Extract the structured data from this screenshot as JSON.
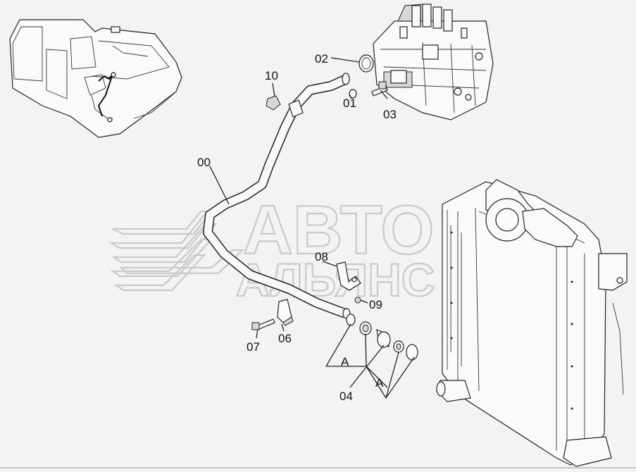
{
  "watermark": {
    "line1": "АВТО",
    "line2": "АЛЬЯНС"
  },
  "callouts": [
    {
      "id": "00",
      "text": "00"
    },
    {
      "id": "01",
      "text": "01"
    },
    {
      "id": "02",
      "text": "02"
    },
    {
      "id": "03",
      "text": "03"
    },
    {
      "id": "04",
      "text": "04"
    },
    {
      "id": "06",
      "text": "06"
    },
    {
      "id": "07",
      "text": "07"
    },
    {
      "id": "08",
      "text": "08"
    },
    {
      "id": "09",
      "text": "09"
    },
    {
      "id": "10",
      "text": "10"
    }
  ],
  "group_labels": [
    {
      "id": "A1",
      "text": "A"
    },
    {
      "id": "A2",
      "text": "A"
    }
  ]
}
